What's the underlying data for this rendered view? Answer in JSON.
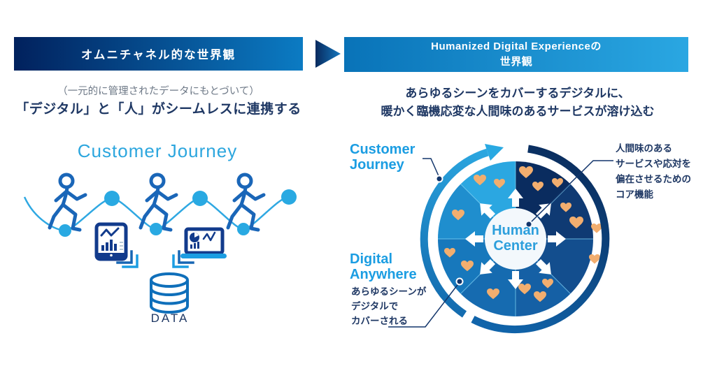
{
  "left_panel": {
    "header": "オムニチャネル的な世界観",
    "subtitle_note": "（一元的に管理されたデータにもとづいて）",
    "subtitle_main": "「デジタル」と「人」がシームレスに連携する",
    "journey_title": "Customer Journey",
    "data_label": "DATA"
  },
  "right_panel": {
    "header_line1": "Humanized Digital Experienceの",
    "header_line2": "世界観",
    "subtitle_line1": "あらゆるシーンをカバーするデジタルに、",
    "subtitle_line2": "暖かく臨機応変な人間味のあるサービスが溶け込む",
    "labels": {
      "customer_journey_line1": "Customer",
      "customer_journey_line2": "Journey",
      "digital_anywhere_line1": "Digital",
      "digital_anywhere_line2": "Anywhere",
      "digital_anywhere_desc": "あらゆるシーンが\nデジタルで\nカバーされる",
      "core_note": "人間味のある\nサービスや応対を\n偏在させるための\nコア機能",
      "center_line1": "Human",
      "center_line2": "Center"
    }
  },
  "icons": {
    "flow_triangle": "right-arrow-triangle",
    "walking_person": "walking-person-outline",
    "tablet": "tablet-with-charts",
    "laptop": "laptop-with-charts",
    "database": "database-cylinder",
    "hearts": "heart-glyphs",
    "cycle_arrow": "clockwise-circular-arrow"
  },
  "colors": {
    "accent_blue": "#1B9DE2",
    "light_blue": "#2CA6DE",
    "navy_text": "#1F3864",
    "header_left_start": "#01215D",
    "header_left_end": "#0B7BC3",
    "header_right_start": "#0973B8",
    "header_right_end": "#2AA7E2",
    "heart_orange": "#F2AE6F",
    "pie_darkest": "#0A2C5F",
    "pie_lightest": "#2BA7E1"
  }
}
